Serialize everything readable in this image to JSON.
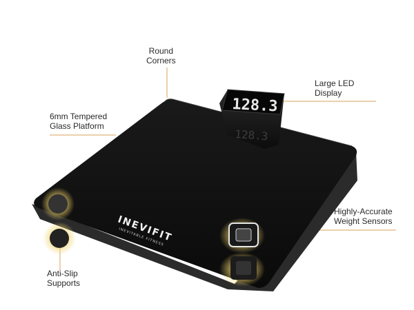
{
  "callouts": {
    "corners": {
      "line1": "Round",
      "line2": "Corners"
    },
    "display": {
      "line1": "Large LED",
      "line2": "Display"
    },
    "platform": {
      "line1": "6mm Tempered",
      "line2": "Glass Platform"
    },
    "sensors": {
      "line1": "Highly-Accurate",
      "line2": "Weight Sensors"
    },
    "supports": {
      "line1": "Anti-Slip",
      "line2": "Supports"
    }
  },
  "product": {
    "brand": "INEVIFIT",
    "tagline": "INEVITABLE FITNESS",
    "display_reading": "128.3"
  },
  "colors": {
    "glass": "#111111",
    "edge": "#2b2b2b",
    "leader_line": "#d9a25a",
    "glow": "#f4e08a",
    "led": "#e8e8e8"
  }
}
